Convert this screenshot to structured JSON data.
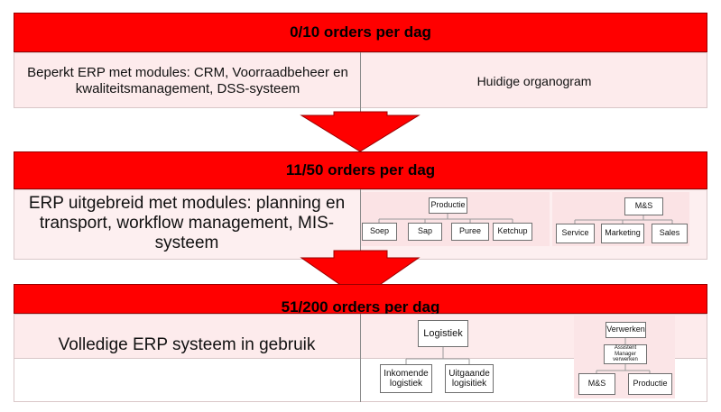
{
  "colors": {
    "header_red": "#ff0000",
    "band_pink": "#fdebec",
    "arrow_red": "#ff0000"
  },
  "stages": [
    {
      "title": "0/10 orders per dag",
      "left_text": "Beperkt ERP met modules: CRM, Voorraadbeheer en kwaliteitsmanagement, DSS-systeem",
      "right_text": "Huidige organogram"
    },
    {
      "title": "11/50 orders per dag",
      "left_text": "ERP uitgebreid met modules: planning en transport, workflow management, MIS-systeem",
      "org_productie": {
        "root": "Productie",
        "children": [
          "Soep",
          "Sap",
          "Puree",
          "Ketchup"
        ]
      },
      "org_ms": {
        "root": "M&S",
        "children": [
          "Service",
          "Marketing",
          "Sales"
        ]
      }
    },
    {
      "title": "51/200 orders per dag",
      "left_text": "Volledige ERP systeem in gebruik",
      "org_logistiek": {
        "root": "Logistiek",
        "children": [
          "Inkomende logistiek",
          "Uitgaande logisitiek"
        ]
      },
      "org_verwerken": {
        "root": "Verwerken",
        "assistant": "Assistent Manager verwerken",
        "children": [
          "M&S",
          "Productie"
        ]
      }
    }
  ]
}
